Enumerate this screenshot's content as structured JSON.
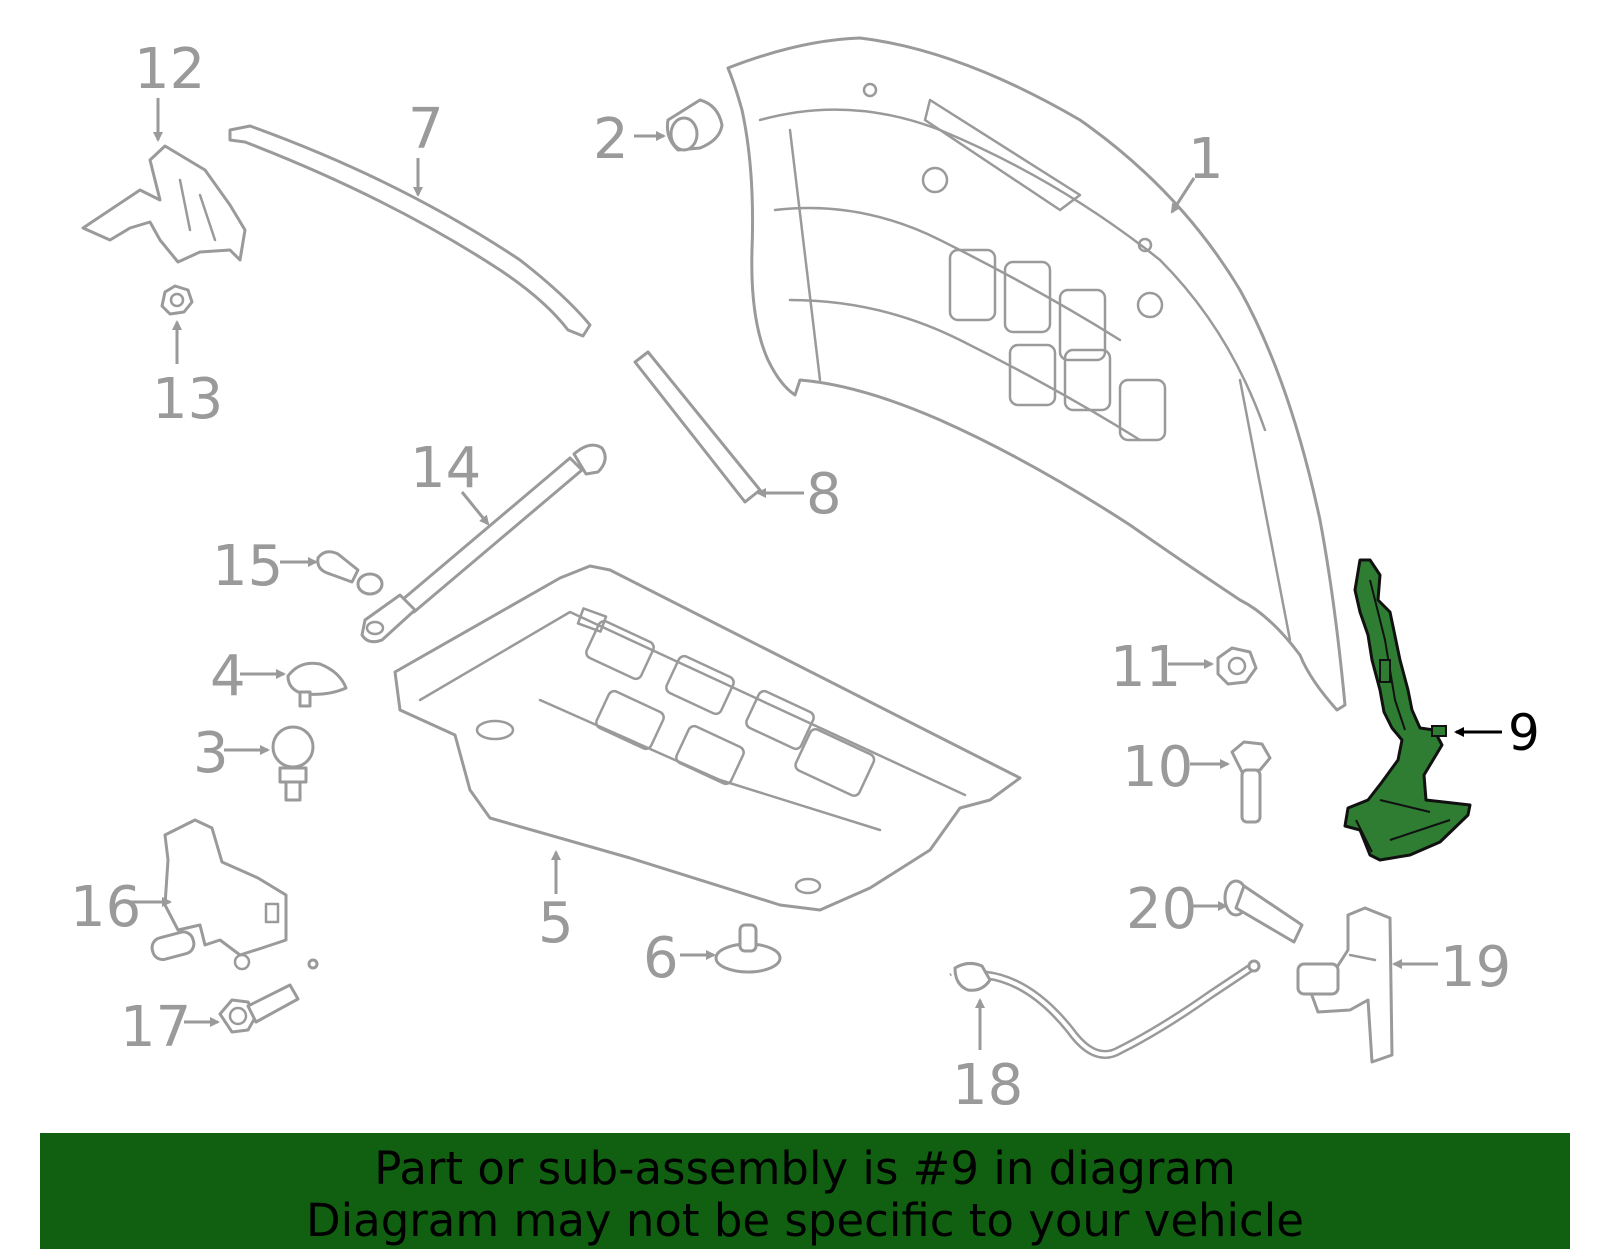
{
  "callouts": {
    "c1": "1",
    "c2": "2",
    "c3": "3",
    "c4": "4",
    "c5": "5",
    "c6": "6",
    "c7": "7",
    "c8": "8",
    "c9": "9",
    "c10": "10",
    "c11": "11",
    "c12": "12",
    "c13": "13",
    "c14": "14",
    "c15": "15",
    "c16": "16",
    "c17": "17",
    "c18": "18",
    "c19": "19",
    "c20": "20"
  },
  "highlighted_part": "9",
  "colors": {
    "banner_background": "#116011",
    "highlight_fill": "#2e7d32",
    "outline": "#9a9a9a"
  },
  "banner": {
    "line1": "Part or sub-assembly is #9 in diagram",
    "line2": "Diagram may not be specific to your vehicle"
  }
}
